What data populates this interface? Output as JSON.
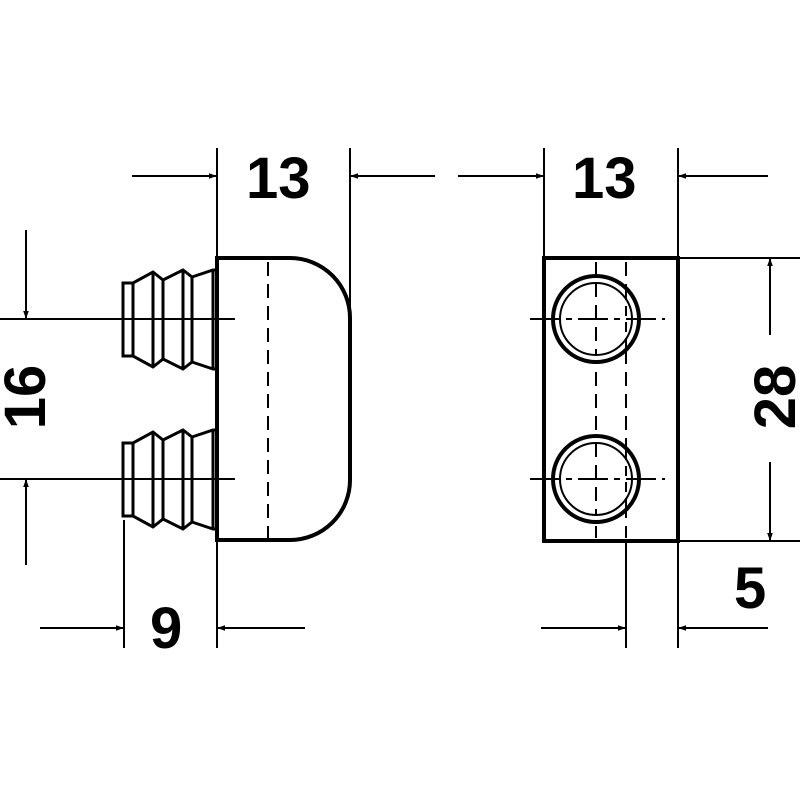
{
  "dimensions": {
    "top_left_width": "13",
    "top_right_width": "13",
    "left_height": "16",
    "right_height": "28",
    "bottom_left_depth": "9",
    "bottom_right_offset": "5"
  },
  "colors": {
    "line": "#000000",
    "background": "#ffffff"
  }
}
